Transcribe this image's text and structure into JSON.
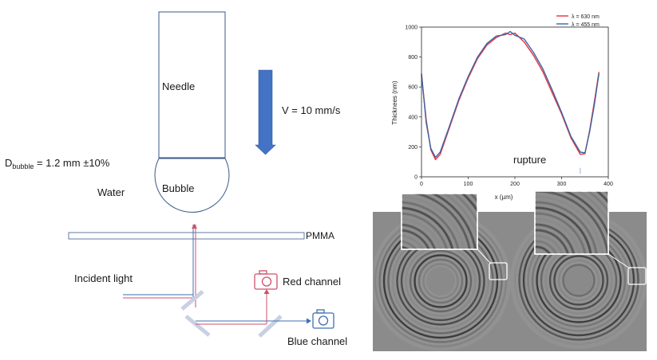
{
  "diagram": {
    "needle_label": "Needle",
    "velocity_label": "V = 10 mm/s",
    "bubble_label": "Bubble",
    "water_label": "Water",
    "diameter_main": "D",
    "diameter_sub": "bubble",
    "diameter_value": " = 1.2 mm ±10%",
    "pmma_label": "PMMA",
    "incident_label": "Incident light",
    "red_channel_label": "Red channel",
    "blue_channel_label": "Blue channel",
    "colors": {
      "red": "#d0506a",
      "blue": "#3f6fb0",
      "arrow": "#4472c4"
    },
    "icons": [
      "camera-icon-red",
      "camera-icon-blue"
    ]
  },
  "chart_data": {
    "type": "line",
    "xlabel": "x (µm)",
    "ylabel": "Thicknees (nm)",
    "xlim": [
      0,
      400
    ],
    "ylim": [
      0,
      1000
    ],
    "xticks": [
      0,
      100,
      200,
      300,
      400
    ],
    "yticks": [
      0,
      200,
      400,
      600,
      800,
      1000
    ],
    "annotation": "rupture",
    "legend_position": "top-right",
    "series": [
      {
        "name": "λ = 630 nm",
        "color": "#e8343a",
        "x": [
          0,
          10,
          20,
          30,
          40,
          60,
          80,
          100,
          120,
          140,
          160,
          180,
          190,
          200,
          220,
          240,
          260,
          280,
          300,
          320,
          340,
          350,
          360,
          370,
          380
        ],
        "y": [
          680,
          380,
          180,
          115,
          150,
          330,
          510,
          660,
          790,
          880,
          930,
          960,
          950,
          960,
          900,
          810,
          700,
          560,
          420,
          260,
          150,
          155,
          310,
          500,
          700
        ]
      },
      {
        "name": "λ = 455 nm",
        "color": "#3b64a8",
        "x": [
          0,
          10,
          20,
          30,
          40,
          60,
          80,
          100,
          120,
          140,
          160,
          180,
          190,
          200,
          220,
          240,
          260,
          280,
          300,
          320,
          340,
          350,
          360,
          370,
          380
        ],
        "y": [
          690,
          360,
          190,
          130,
          165,
          340,
          520,
          670,
          800,
          890,
          940,
          950,
          970,
          945,
          920,
          830,
          720,
          580,
          430,
          270,
          165,
          160,
          300,
          480,
          690
        ]
      }
    ]
  }
}
